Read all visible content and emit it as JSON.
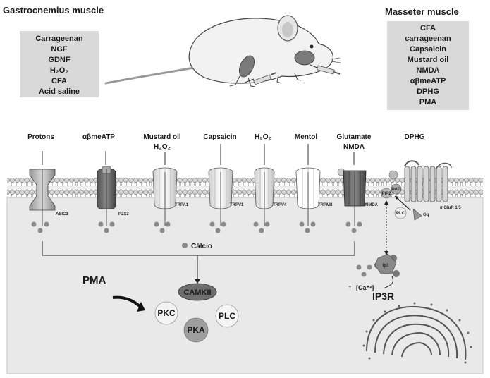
{
  "gastrocnemius": {
    "title": "Gastrocnemius muscle",
    "agents": [
      "Carrageenan",
      "NGF",
      "GDNF",
      "H₂O₂",
      "CFA",
      "Acid saline"
    ]
  },
  "masseter": {
    "title": "Masseter muscle",
    "agents": [
      "CFA",
      "carrageenan",
      "Capsaicin",
      "Mustard oil",
      "NMDA",
      "αβmeATP",
      "DPHG",
      "PMA"
    ]
  },
  "stimuli": {
    "protons": "Protons",
    "abmeatp": "αβmeATP",
    "mustard_l1": "Mustard oil",
    "mustard_l2": "H₂O₂",
    "capsaicin": "Capsaicin",
    "h2o2": "H₂O₂",
    "mentol": "Mentol",
    "glutamate_l1": "Glutamate",
    "glutamate_l2": "NMDA",
    "dphg": "DPHG"
  },
  "receptors": {
    "asic3": "ASIC3",
    "p2x3": "P2X3",
    "trpa1": "TRPA1",
    "trpv1": "TRPV1",
    "trpv4": "TRPV4",
    "trpm8": "TRPM8",
    "nmda": "NMDA",
    "mglur": "mGluR 1/5",
    "dag": "DAG",
    "pip2": "PIP2",
    "plc_small": "PLC",
    "gq": "Gq",
    "ip3": "ip3"
  },
  "intracellular": {
    "calcio": "Cálcio",
    "pma": "PMA",
    "camkii": "CAMKII",
    "pkc": "PKC",
    "plc": "PLC",
    "pka": "PKA",
    "ca_label": "[Ca⁺²]",
    "ca_arrow": "↑",
    "ip3r": "IP3R"
  }
}
